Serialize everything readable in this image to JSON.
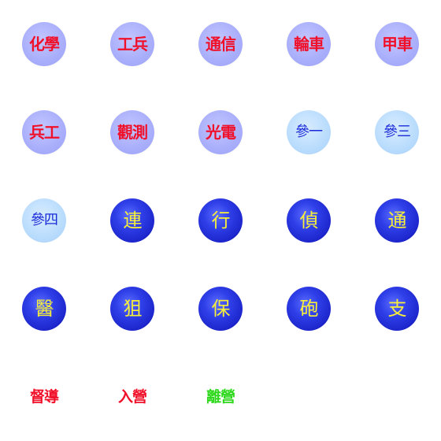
{
  "colors": {
    "lavender_circle": "#a9aefb",
    "sky_circle": "#b9dcfd",
    "navy_circle": "#2f3fe8",
    "red_text": "#f0102a",
    "blue_text": "#1b2bd8",
    "yellow_text": "#f6ee3a",
    "green_text": "#2ed81c"
  },
  "stickers": [
    {
      "label": "化學"
    },
    {
      "label": "工兵"
    },
    {
      "label": "通信"
    },
    {
      "label": "輪車"
    },
    {
      "label": "甲車"
    },
    {
      "label": "兵工"
    },
    {
      "label": "觀測"
    },
    {
      "label": "光電"
    },
    {
      "label": "參一"
    },
    {
      "label": "參三"
    },
    {
      "label": "參四"
    },
    {
      "label": "連"
    },
    {
      "label": "行"
    },
    {
      "label": "偵"
    },
    {
      "label": "通"
    },
    {
      "label": "醫"
    },
    {
      "label": "狙"
    },
    {
      "label": "保"
    },
    {
      "label": "砲"
    },
    {
      "label": "支"
    },
    {
      "label": "督導"
    },
    {
      "label": "入營"
    },
    {
      "label": "離營"
    }
  ]
}
